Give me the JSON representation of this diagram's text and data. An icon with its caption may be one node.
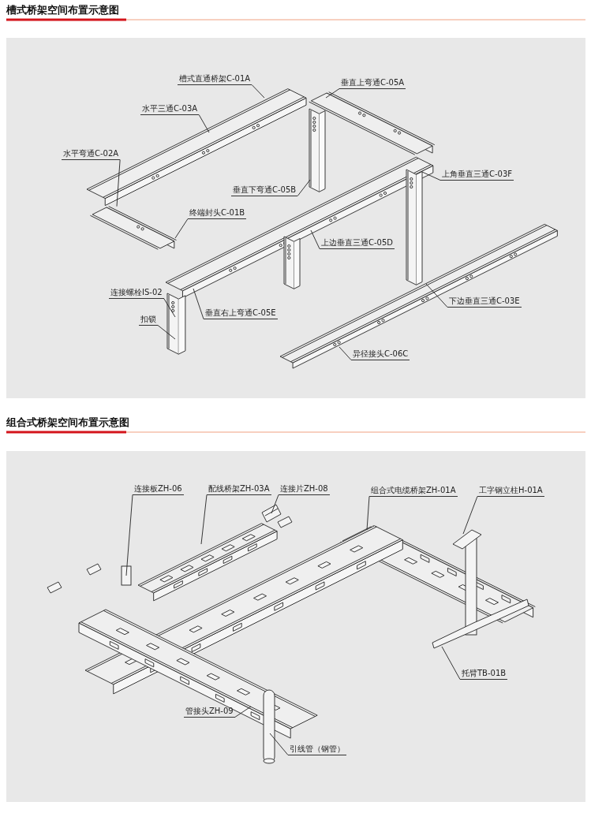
{
  "diagram": {
    "nodes": [
      {
        "text": [
          "槽式直通桥架C-01A"
        ]
      },
      {
        "text": [
          "水平三通C-03A"
        ]
      },
      {
        "text": [
          "水平弯通C-02A"
        ]
      },
      {
        "text": [
          "垂直上弯通C-05A"
        ]
      },
      {
        "text": [
          "垂直下弯通C-05B"
        ]
      },
      {
        "text": [
          "终端封头C-01B"
        ]
      },
      {
        "text": [
          "上角垂直三通C-03F"
        ]
      },
      {
        "text": [
          "上边垂直三通C-05D"
        ]
      },
      {
        "text": [
          "连接螺栓IS-02"
        ]
      },
      {
        "text": [
          "扣锁"
        ]
      },
      {
        "text": [
          "垂直右上弯通C-05E"
        ]
      },
      {
        "text": [
          "下边垂直三通C-03E"
        ]
      },
      {
        "text": [
          "异径接头C-06C"
        ]
      },
      {
        "text": [
          "连接板ZH-06"
        ]
      },
      {
        "text": [
          "配线桥架ZH-03A"
        ]
      },
      {
        "text": [
          "连接片ZH-08"
        ]
      },
      {
        "text": [
          "组合式电缆桥架ZH-01A"
        ]
      },
      {
        "text": [
          "工字钢立柱H-01A"
        ]
      },
      {
        "text": [
          "托臂TB-01B"
        ]
      },
      {
        "text": [
          "管接头ZH-09"
        ]
      },
      {
        "text": [
          "引线管（钢管）"
        ]
      },
      {
        "text": [],
        "shape": "picture"
      },
      {
        "text": [],
        "shape": "picture"
      },
      {
        "text": [],
        "shape": "picture"
      },
      {
        "text": [],
        "shape": "picture"
      },
      {
        "text": [],
        "shape": "picture"
      },
      {
        "text": [],
        "shape": "picture"
      },
      {
        "text": [],
        "shape": "picture"
      },
      {
        "text": [],
        "shape": "picture"
      },
      {
        "text": [],
        "shape": "picture"
      },
      {
        "text": [],
        "shape": "picture"
      },
      {
        "text": [],
        "shape": "box"
      },
      {
        "text": [],
        "shape": "picture"
      },
      {
        "text": [],
        "shape": "picture"
      },
      {
        "text": [],
        "shape": "picture"
      },
      {
        "text": [],
        "shape": "picture"
      },
      {
        "text": [],
        "shape": "picture"
      },
      {
        "text": [],
        "shape": "picture"
      },
      {
        "text": [],
        "shape": "cylinder"
      }
    ],
    "edges": [
      {
        "from": 0,
        "to": 21,
        "arrow": "none"
      },
      {
        "from": 1,
        "to": 21,
        "arrow": "none"
      },
      {
        "from": 2,
        "to": 22,
        "arrow": "none"
      },
      {
        "from": 3,
        "to": 23,
        "arrow": "none"
      },
      {
        "from": 4,
        "to": 24,
        "arrow": "none"
      },
      {
        "from": 5,
        "to": 22,
        "arrow": "none"
      },
      {
        "from": 6,
        "to": 28,
        "arrow": "none"
      },
      {
        "from": 7,
        "to": 25,
        "arrow": "none"
      },
      {
        "from": 8,
        "to": 26,
        "arrow": "none"
      },
      {
        "from": 9,
        "to": 26,
        "arrow": "none"
      },
      {
        "from": 10,
        "to": 25,
        "arrow": "none"
      },
      {
        "from": 11,
        "to": 29,
        "arrow": "none"
      },
      {
        "from": 12,
        "to": 29,
        "arrow": "none"
      },
      {
        "from": 13,
        "to": 31,
        "arrow": "none"
      },
      {
        "from": 14,
        "to": 30,
        "arrow": "none"
      },
      {
        "from": 15,
        "to": 32,
        "arrow": "none"
      },
      {
        "from": 16,
        "to": 33,
        "arrow": "none"
      },
      {
        "from": 17,
        "to": 34,
        "arrow": "none"
      },
      {
        "from": 18,
        "to": 37,
        "arrow": "none"
      },
      {
        "from": 19,
        "to": 36,
        "arrow": "none"
      },
      {
        "from": 20,
        "to": 38,
        "arrow": "none"
      }
    ],
    "labels": [
      "槽式桥架空间布置示意图",
      "组合式桥架空间布置示意图"
    ]
  }
}
